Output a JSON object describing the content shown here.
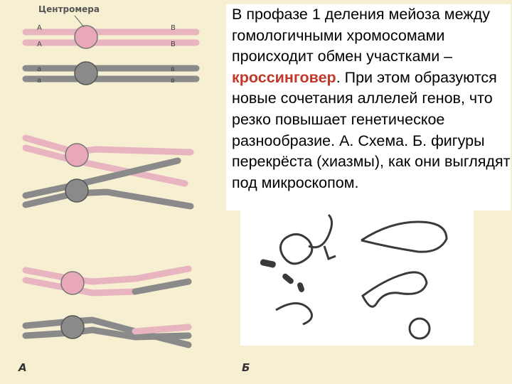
{
  "diagram": {
    "centromere_label": "Центромера",
    "panel_a": "А",
    "panel_b": "Б",
    "allele_upper": "А",
    "allele_lower": "а",
    "allele_right_upper": "В",
    "allele_right_lower": "в"
  },
  "text": {
    "part1": "В профазе 1 деления мейоза между гомологичными хромосомами происходит обмен участками – ",
    "keyword": "кроссинговер",
    "part2": ". При этом образуются новые сочетания аллелей генов, что резко повышает генетическое разнообразие. А. Схема. Б. фигуры перекрёста (хиазмы), как они выглядят под микроскопом."
  },
  "colors": {
    "background": "#f6efd2",
    "pink": "#e8b4c0",
    "grey": "#8a8a8a",
    "keyword": "#c0392b"
  }
}
